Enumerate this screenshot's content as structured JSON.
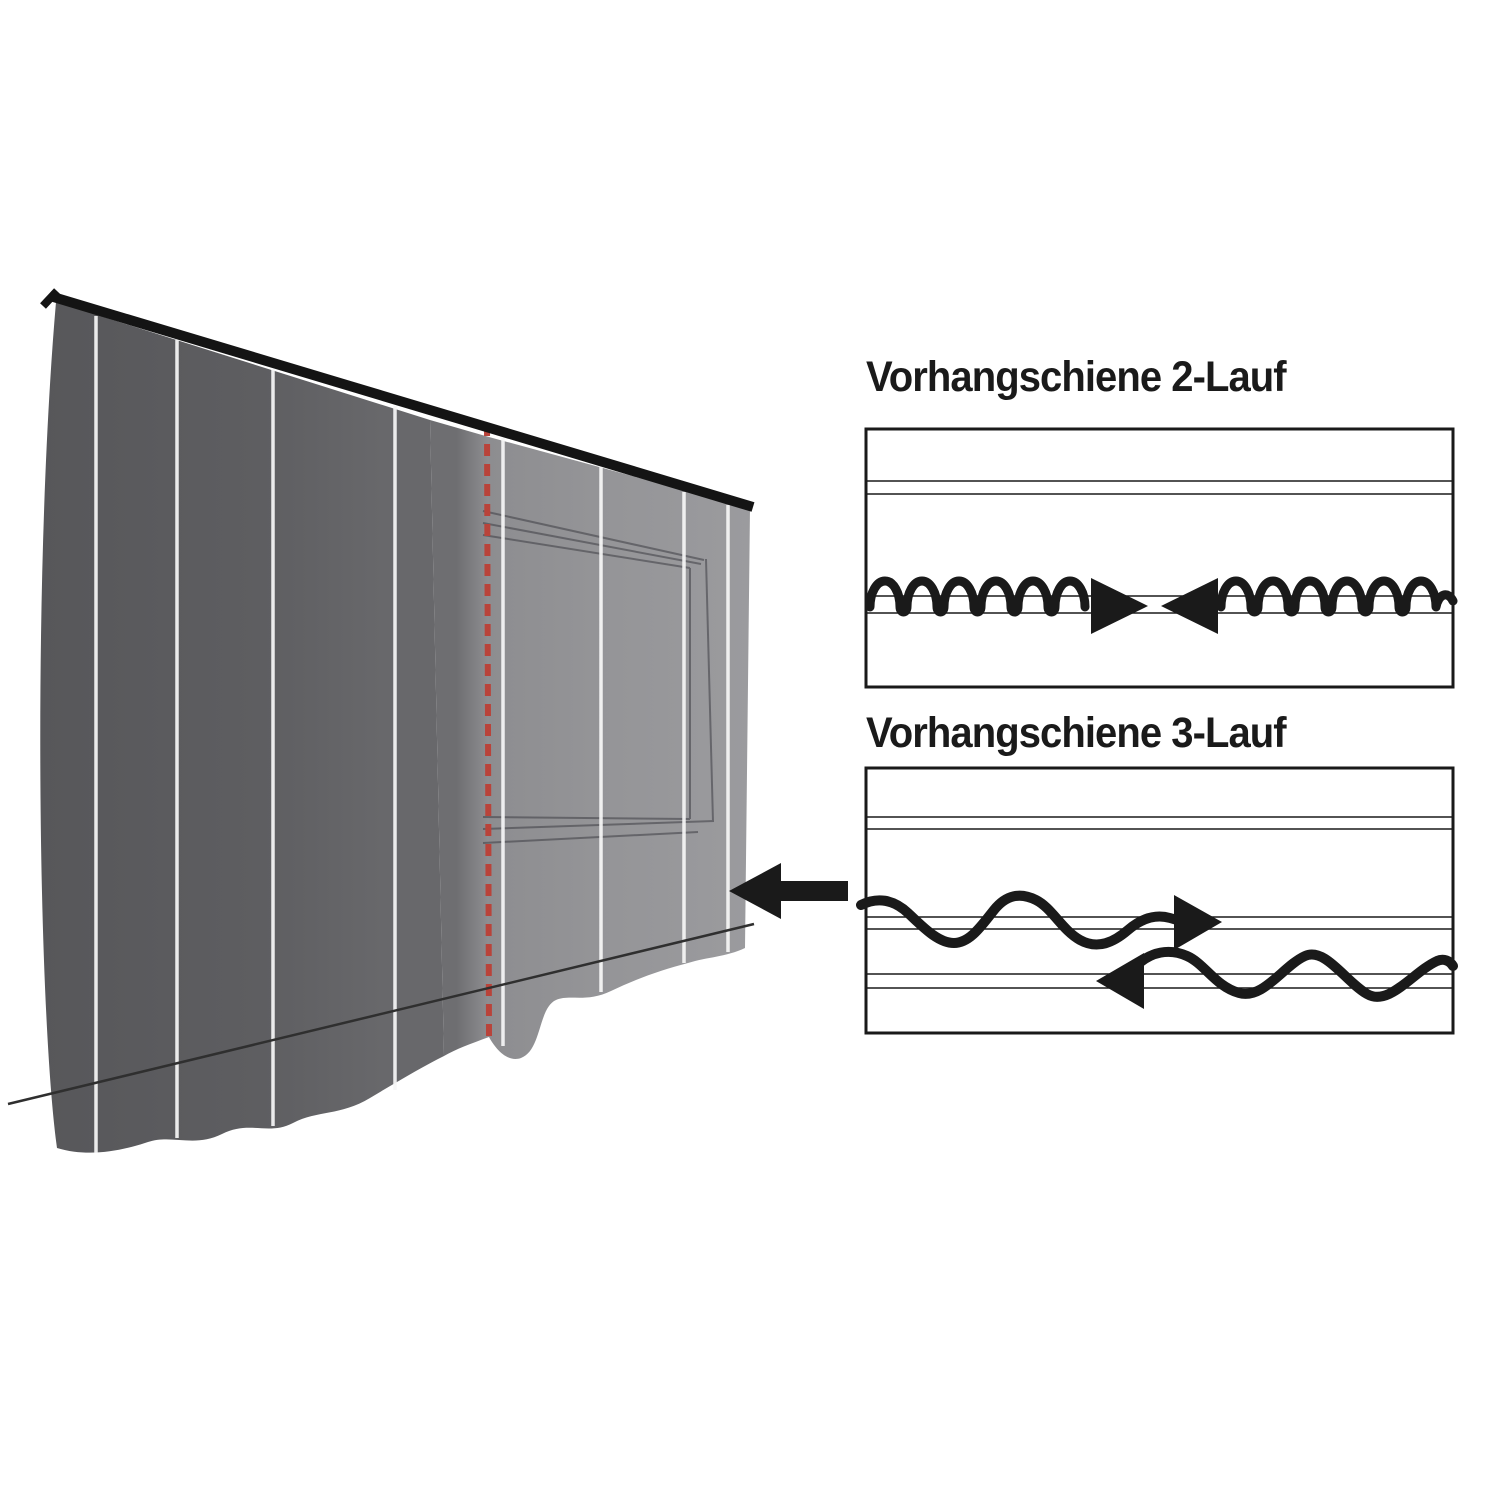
{
  "diagram": {
    "title_2_track": "Vorhangschiene 2-Lauf",
    "title_3_track": "Vorhangschiene 3-Lauf"
  },
  "icons": {
    "left_arrow": "points-from-rail-diagrams-to-curtain",
    "meeting_arrows_2_track": "two curtains close toward center",
    "overlap_arrows_3_track": "two curtains overlap on separate tracks"
  },
  "theme": {
    "ink": "#1a1a1a",
    "rail": "#141414",
    "floor": "#2f2f2f",
    "red-dash": "#b9433a",
    "fold-white": "#f7f7f7",
    "window-line": "#3e3e44",
    "dark-1": "#57575a",
    "dark-2": "#5e5e61",
    "dark-3": "#68686b",
    "band-1": "#6e6e71",
    "band-2": "#8f8f92",
    "sheer-1": "#8d8d90",
    "sheer-2": "#949497",
    "sheer-3": "#9b9b9e"
  }
}
